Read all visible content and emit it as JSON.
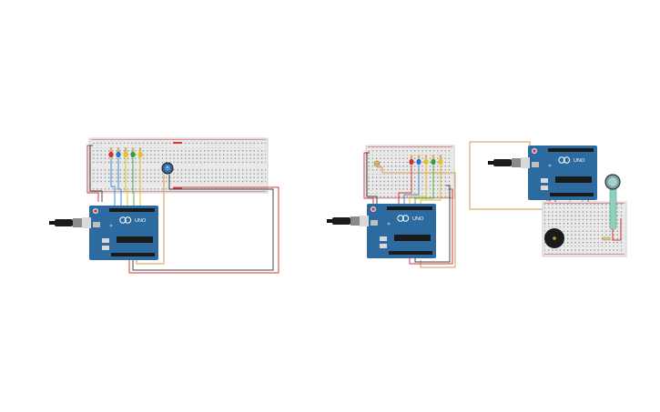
{
  "circuits": [
    {
      "id": "led-potentiometer",
      "board_label": "UNO",
      "led_colors": [
        "#d0312d",
        "#2a6fd6",
        "#e8c020",
        "#2e9e3e",
        "#e8c020"
      ]
    },
    {
      "id": "led-photoresistor",
      "board_label": "UNO",
      "led_colors": [
        "#d0312d",
        "#2a6fd6",
        "#e8c020",
        "#2e9e3e",
        "#e8c020"
      ]
    },
    {
      "id": "buzzer-flex-sensor",
      "board_label": "UNO"
    }
  ],
  "colors": {
    "board": "#2c6aa0",
    "breadboard": "#e9e9e9",
    "wire_red": "#d33a3a",
    "wire_black": "#444444",
    "wire_orange": "#d89a4a",
    "wire_green": "#4caf50",
    "wire_yellow": "#e0c020",
    "wire_blue": "#3a8fd8"
  }
}
